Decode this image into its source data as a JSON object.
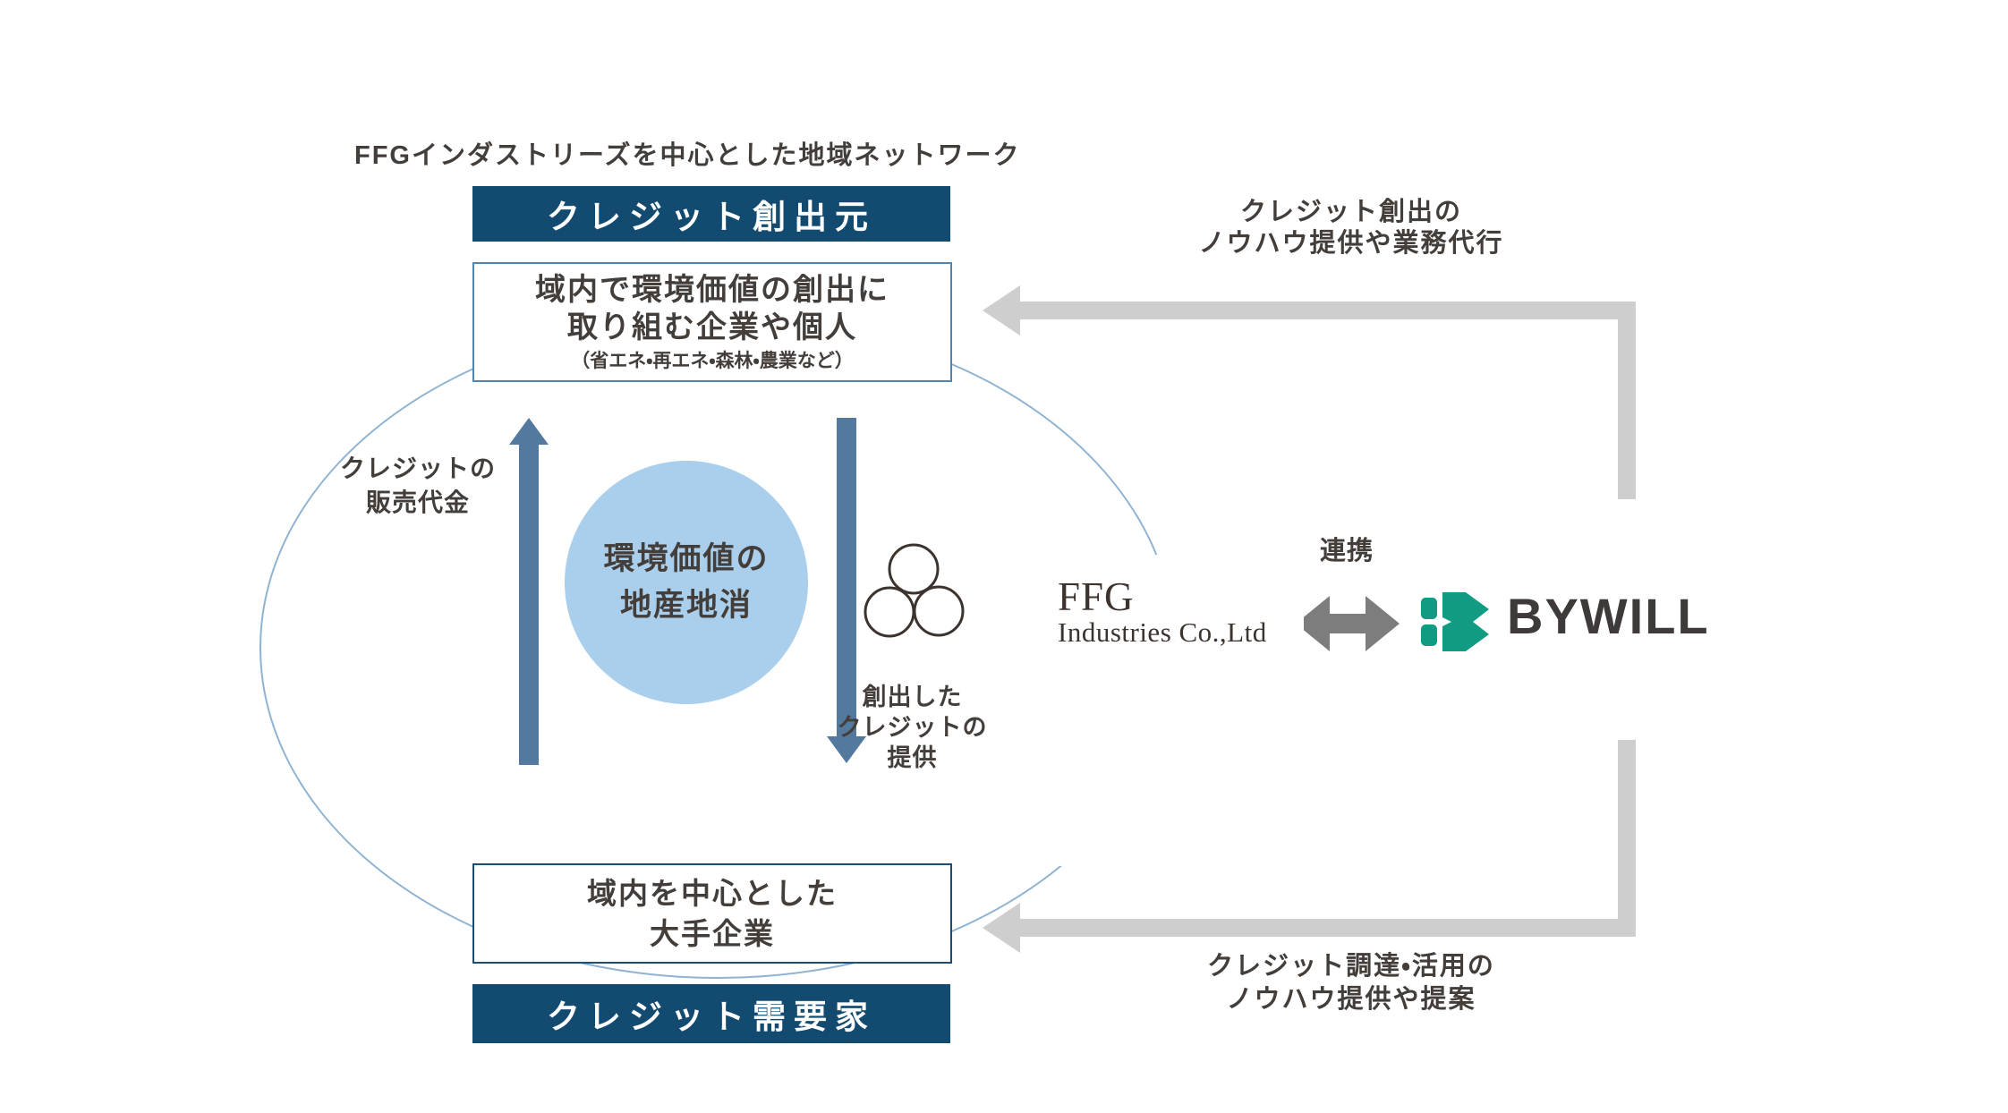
{
  "title": "FFGインダストリーズを中心とした地域ネットワーク",
  "credit_source": {
    "banner": "クレジット創出元",
    "box_line1": "域内で環境価値の創出に",
    "box_line2": "取り組む企業や個人",
    "box_note": "（省エネ・再エネ・森林・農業など）"
  },
  "center_circle": {
    "line1": "環境価値の",
    "line2": "地産地消"
  },
  "sale_label": {
    "line1": "クレジットの",
    "line2": "販売代金"
  },
  "provide_label": {
    "line1": "創出した",
    "line2": "クレジットの",
    "line3": "提供"
  },
  "credit_demand": {
    "box_line1": "域内を中心とした",
    "box_line2": "大手企業",
    "banner": "クレジット需要家"
  },
  "ffg": {
    "name": "FFG",
    "subname": "Industries Co.,Ltd"
  },
  "partnership_label": "連携",
  "bywill": {
    "name": "BYWILL"
  },
  "bracket_top": {
    "line1": "クレジット創出の",
    "line2": "ノウハウ提供や業務代行"
  },
  "bracket_bottom": {
    "line1": "クレジット調達・活用の",
    "line2": "ノウハウ提供や提案"
  },
  "colors": {
    "navy": "#124a70",
    "box_border_light": "#4f85ad",
    "box_border_dark": "#1c4e74",
    "ellipse_stroke": "#8fb3d1",
    "circle_fill": "#a9cfec",
    "arrow_blue": "#53799e",
    "bracket_gray": "#cecece",
    "link_gray": "#7d7d7d",
    "bywill_teal": "#119b82",
    "text_dark": "#443e3b",
    "ffg_text": "#3c332f",
    "bywill_text": "#3e3a39"
  }
}
